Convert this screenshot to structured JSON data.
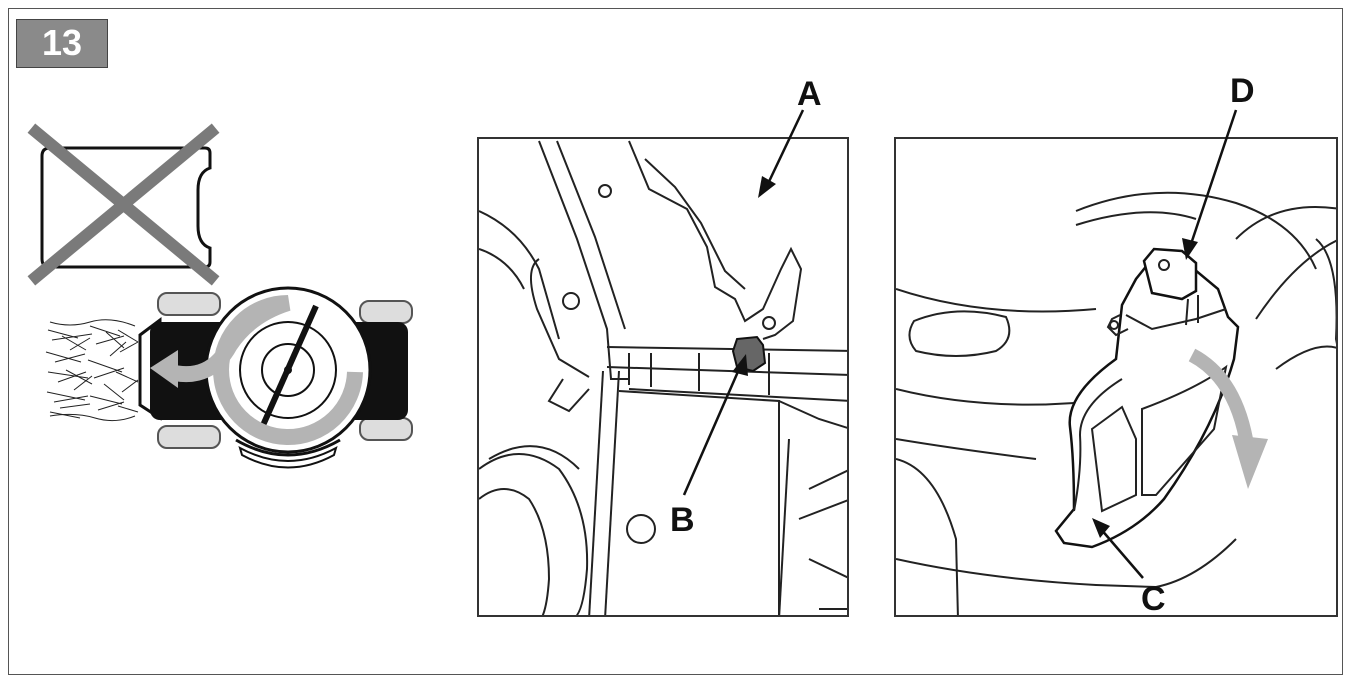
{
  "step": {
    "number": "13"
  },
  "callouts": {
    "a": "A",
    "b": "B",
    "c": "C",
    "d": "D"
  },
  "icons": {
    "left": [
      "crossed-out-grass-bag-icon",
      "side-discharge-mower-icon"
    ],
    "panels": [
      "rear-flap-open-illustration",
      "side-discharge-cover-illustration"
    ]
  },
  "colors": {
    "badge": "#8a8a8a",
    "cross": "#7a7a7a",
    "arrow": "#b4b4b4",
    "line": "#222222"
  }
}
